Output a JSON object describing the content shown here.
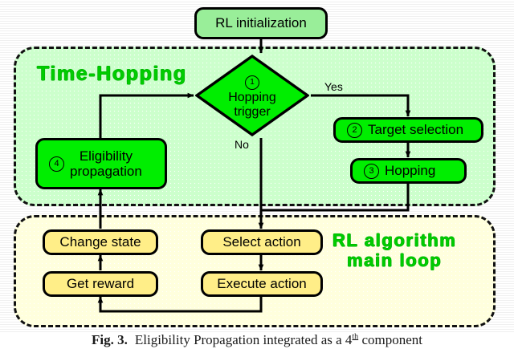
{
  "figure": {
    "caption_label": "Fig. 3.",
    "caption_text_a": "Eligibility Propagation integrated as a ",
    "caption_number": "4",
    "caption_sup": "th",
    "caption_text_b": " component"
  },
  "colors": {
    "group_green_bg": "#CCFFCC",
    "group_yellow_bg": "#FFFFDD",
    "node_green": "#00EE00",
    "node_light_green": "#99EE99",
    "node_yellow": "#FFEE88",
    "title_green": "#00CC00",
    "stroke": "#000000"
  },
  "groups": [
    {
      "id": "time-hopping",
      "title": "Time-Hopping",
      "bg": "#CCFFCC"
    },
    {
      "id": "rl-main-loop",
      "title": "RL algorithm\nmain loop",
      "bg": "#FFFFDD"
    }
  ],
  "nodes": {
    "rl_init": {
      "label": "RL initialization",
      "number": "",
      "fill": "light-green"
    },
    "hopping_trigger": {
      "label": "Hopping\ntrigger",
      "line1": "Hopping",
      "line2": "trigger",
      "number": "1",
      "fill": "green"
    },
    "target_selection": {
      "label": "Target selection",
      "number": "2",
      "fill": "green"
    },
    "hopping": {
      "label": "Hopping",
      "number": "3",
      "fill": "green"
    },
    "eligibility": {
      "label": "Eligibility\npropagation",
      "number": "4",
      "fill": "green"
    },
    "change_state": {
      "label": "Change state",
      "number": "",
      "fill": "yellow"
    },
    "get_reward": {
      "label": "Get reward",
      "number": "",
      "fill": "yellow"
    },
    "select_action": {
      "label": "Select action",
      "number": "",
      "fill": "yellow"
    },
    "execute_action": {
      "label": "Execute action",
      "number": "",
      "fill": "yellow"
    }
  },
  "edge_labels": {
    "yes": "Yes",
    "no": "No"
  }
}
